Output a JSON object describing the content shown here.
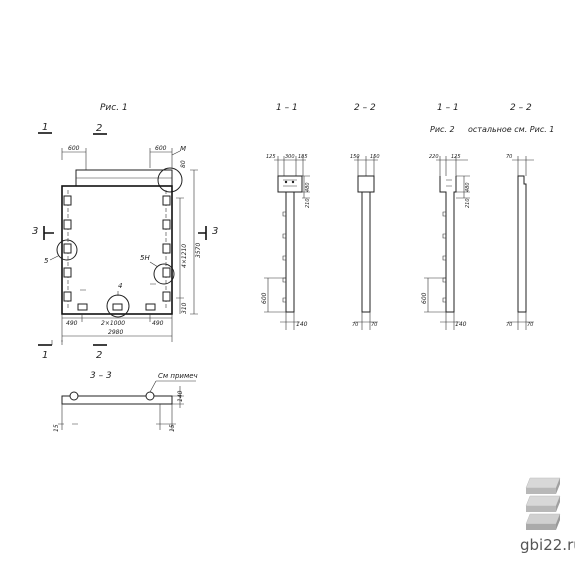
{
  "fig1": {
    "title": "Рис. 1",
    "section_1": "1",
    "section_2": "2",
    "section_3": "3",
    "dim_top_left": "600",
    "dim_top_right": "600",
    "label_m": "М",
    "dim_80": "80",
    "label_5": "5",
    "label_5n": "5Н",
    "label_4": "4",
    "dim_vertical_inner": "4×1210",
    "dim_vertical_total": "3570",
    "dim_310": "310",
    "dim_490_left": "490",
    "dim_mid": "2×1000",
    "dim_490_right": "490",
    "dim_total_width": "2980"
  },
  "section33": {
    "title": "3 – 3",
    "note": "См примеч",
    "dim_140": "140",
    "dim_15_left": "15",
    "dim_15_right": "15"
  },
  "fig2": {
    "title": "Рис. 2",
    "note": "остальное см. Рис. 1"
  },
  "sec11a": {
    "title": "1 – 1",
    "d125": "125",
    "d300": "300",
    "d185": "185",
    "d480": "480",
    "d210": "210",
    "d600": "600",
    "d140": "140"
  },
  "sec22a": {
    "title": "2 – 2",
    "d150l": "150",
    "d150r": "150",
    "d70l": "70",
    "d70r": "70"
  },
  "sec11b": {
    "title": "1 – 1",
    "d220": "220",
    "d125": "125",
    "d480": "480",
    "d210": "210",
    "d600": "600",
    "d140": "140"
  },
  "sec22b": {
    "title": "2 – 2",
    "d70t": "70",
    "d70l": "70",
    "d70r": "70"
  },
  "logo": {
    "site": "gbi22.ru",
    "icon": "stacked-slabs-icon"
  }
}
